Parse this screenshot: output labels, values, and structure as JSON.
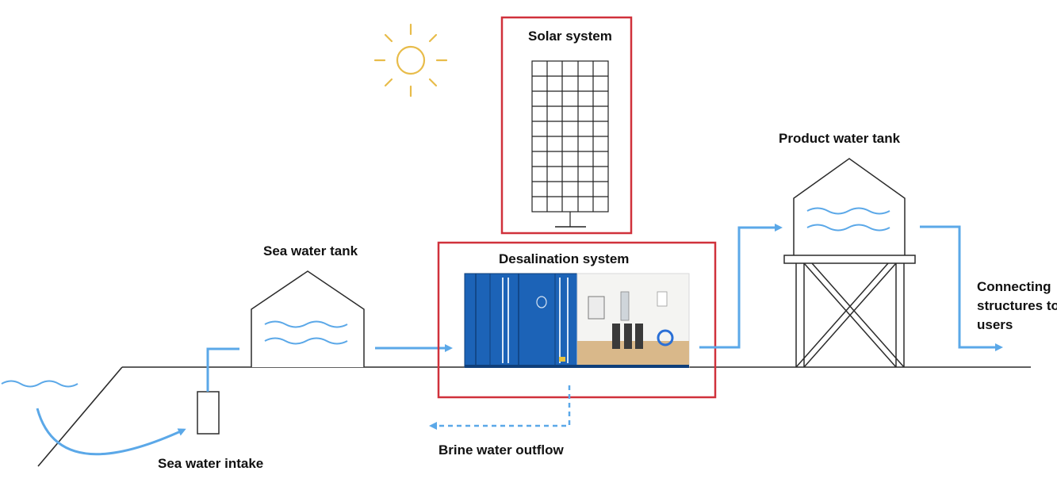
{
  "labels": {
    "solar_system": "Solar system",
    "product_water_tank": "Product water tank",
    "sea_water_tank": "Sea water tank",
    "desalination_system": "Desalination system",
    "connecting_structures": "Connecting structures to users",
    "sea_water_intake": "Sea water intake",
    "brine_water_outflow": "Brine water outflow"
  },
  "colors": {
    "flow_arrow": "#5ba8e8",
    "highlight_box": "#d0313b",
    "container": "#1c63b7",
    "sun": "#e8bc4a",
    "outline": "#2b2b2b",
    "water_wave": "#5ba8e8"
  },
  "icons": [
    "sun-icon",
    "solar-panel-icon",
    "sea-water-tank-icon",
    "container-icon",
    "water-tower-icon",
    "intake-pipe-icon"
  ]
}
